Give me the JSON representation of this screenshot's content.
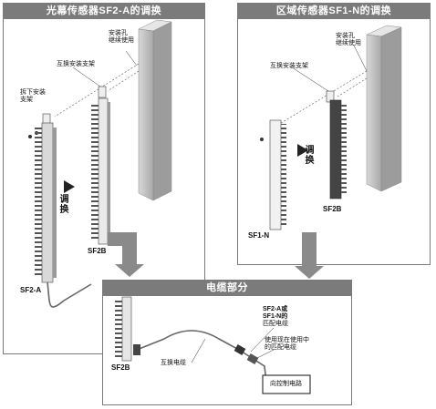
{
  "panels": {
    "left_title": "光幕传感器SF2-A的调换",
    "right_title": "区域传感器SF1-N的调换",
    "bottom_title": "电缆部分"
  },
  "labels": {
    "left_mount_hole": [
      "安装孔",
      "继续使用"
    ],
    "left_replace_bracket": "互换安装支架",
    "left_remove_bracket": [
      "拆下安装",
      "支架"
    ],
    "left_swap": "调换",
    "sf2b_top": "SF2B",
    "sf2a": "SF2-A",
    "right_mount_hole": [
      "安装孔",
      "继续使用"
    ],
    "right_replace_bracket": "互换安装支架",
    "right_swap": "调换",
    "sf2b_right": "SF2B",
    "sf1n": "SF1-N",
    "sf2b_bottom": "SF2B",
    "replace_cable": "互换电缆",
    "match_cable": [
      "SF2-A或",
      "SF1-N的",
      "匹配电缆"
    ],
    "use_existing": [
      "使用现在使用中",
      "的匹配电缆"
    ],
    "control_circuit": "向控制电路"
  },
  "colors": {
    "header": "#7b7b7b",
    "arrow": "#8a8a8a",
    "wall": "#c8c8c8"
  }
}
